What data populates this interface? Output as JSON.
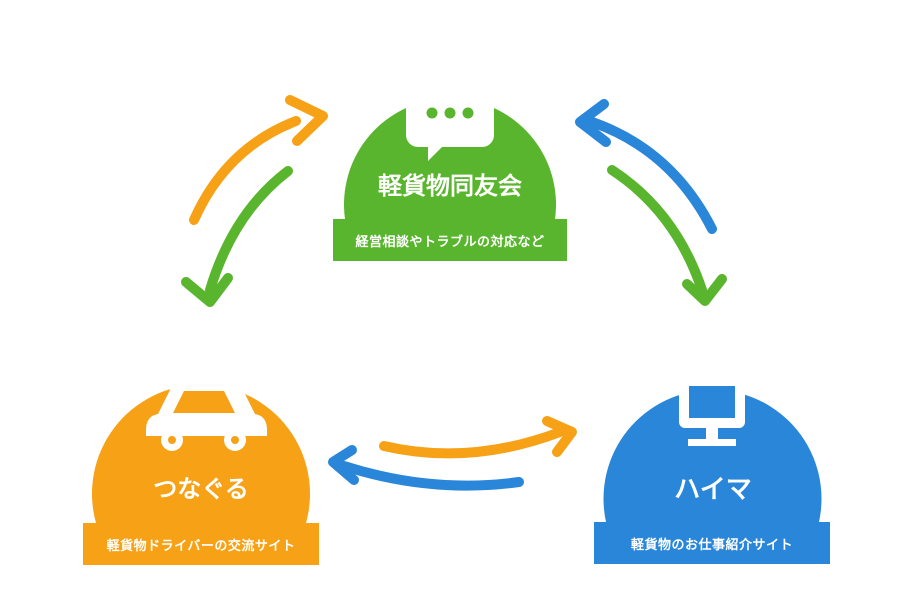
{
  "colors": {
    "green": "#5ab52e",
    "orange": "#f6a116",
    "blue": "#2a86d8"
  },
  "nodes": {
    "top": {
      "title": "軽貨物同友会",
      "caption": "経営相談やトラブルの対応など",
      "icon": "speech-bubble-icon"
    },
    "left": {
      "title": "つなぐる",
      "caption": "軽貨物ドライバーの交流サイト",
      "icon": "car-icon"
    },
    "right": {
      "title": "ハイマ",
      "caption": "軽貨物のお仕事紹介サイト",
      "icon": "monitor-icon"
    }
  }
}
